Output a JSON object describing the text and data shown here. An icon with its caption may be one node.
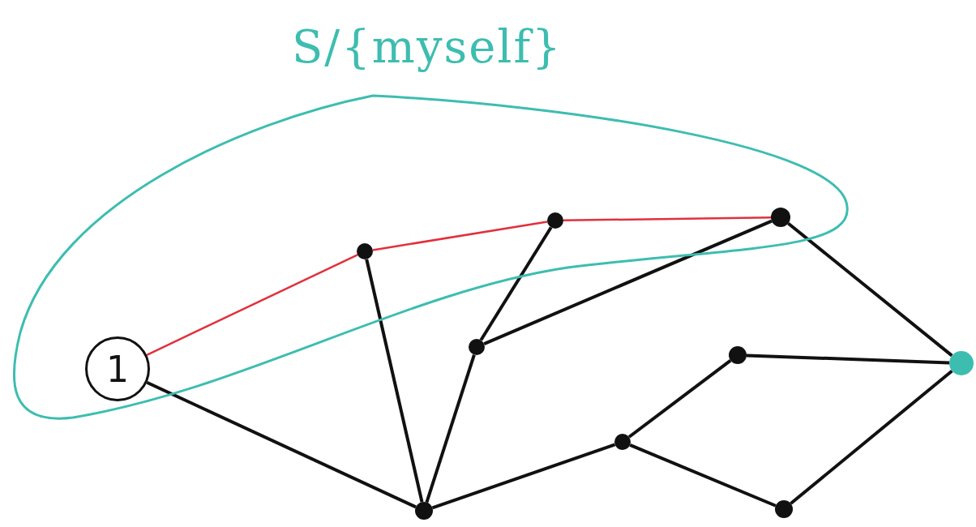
{
  "diagram": {
    "nodes": [
      {
        "text": [
          "S/{myself}"
        ]
      },
      {
        "text": [
          "1"
        ],
        "in": 0
      },
      {
        "text": [],
        "shape": "circle",
        "in": 0
      },
      {
        "text": [],
        "shape": "circle",
        "in": 0
      },
      {
        "text": [],
        "shape": "circle",
        "in": 0
      },
      {
        "text": [],
        "shape": "circle"
      },
      {
        "text": [],
        "shape": "circle"
      },
      {
        "text": [],
        "shape": "circle"
      },
      {
        "text": [],
        "shape": "circle"
      },
      {
        "text": [],
        "shape": "circle"
      },
      {
        "text": [],
        "shape": "circle"
      }
    ],
    "edges": [
      {
        "from": 1,
        "to": 2,
        "arrow": "none",
        "color": "#e2303c"
      },
      {
        "from": 2,
        "to": 3,
        "arrow": "none",
        "color": "#e2303c"
      },
      {
        "from": 3,
        "to": 4,
        "arrow": "none",
        "color": "#e2303c"
      },
      {
        "from": 1,
        "to": 8,
        "arrow": "none"
      },
      {
        "from": 2,
        "to": 8,
        "arrow": "none"
      },
      {
        "from": 3,
        "to": 5,
        "arrow": "none"
      },
      {
        "from": 5,
        "to": 8,
        "arrow": "none"
      },
      {
        "from": 5,
        "to": 4,
        "arrow": "none"
      },
      {
        "from": 4,
        "to": 10,
        "arrow": "none"
      },
      {
        "from": 8,
        "to": 7,
        "arrow": "none"
      },
      {
        "from": 7,
        "to": 6,
        "arrow": "none"
      },
      {
        "from": 6,
        "to": 10,
        "arrow": "none"
      },
      {
        "from": 7,
        "to": 9,
        "arrow": "none"
      },
      {
        "from": 9,
        "to": 10,
        "arrow": "none"
      }
    ]
  }
}
